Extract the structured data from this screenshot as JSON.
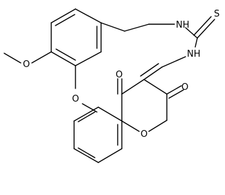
{
  "molecule": {
    "atoms": {
      "s1": "S",
      "nh_top": "NH",
      "nh_mid": "NH",
      "o_methoxy_top": "O",
      "o_methoxy_bottom": "O",
      "o_keto": "O",
      "o_lactone_carbonyl": "O",
      "o_ring": "O"
    }
  }
}
